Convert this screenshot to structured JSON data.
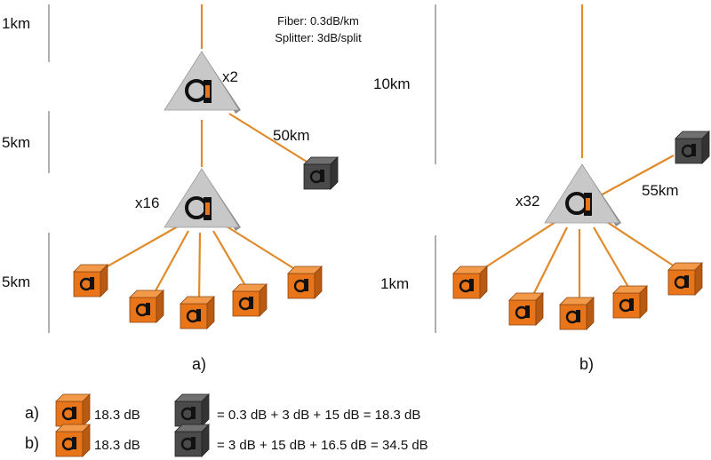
{
  "params": {
    "fiber": "Fiber: 0.3dB/km",
    "splitter": "Splitter: 3dB/split"
  },
  "diagram_a": {
    "caption": "a)",
    "seg1": "1km",
    "seg2": "5km",
    "seg3": "5km",
    "split1": "x2",
    "split2": "x16",
    "branch": "50km"
  },
  "diagram_b": {
    "caption": "b)",
    "seg1": "10km",
    "seg2": "1km",
    "split": "x32",
    "branch": "55km"
  },
  "legend": {
    "a_label": "a)",
    "a_orange": "18.3 dB",
    "a_formula": "= 0.3 dB + 3 dB + 15 dB = 18.3 dB",
    "b_label": "b)",
    "b_orange": "18.3 dB",
    "b_formula": "= 3 dB + 15 dB + 16.5 dB = 34.5 dB"
  },
  "colors": {
    "fiber": "#e08a2a",
    "onu_orange": "#e8751a",
    "onu_dark": "#4a4a4a",
    "splitter": "#c8c8c8"
  },
  "icons": {
    "splitter": "splitter-triangle-icon",
    "onu": "onu-box-icon"
  }
}
